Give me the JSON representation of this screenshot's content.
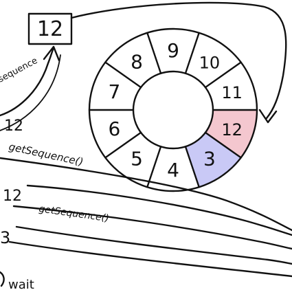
{
  "ring": {
    "slots": [
      {
        "label": "9",
        "fill": null
      },
      {
        "label": "10",
        "fill": null
      },
      {
        "label": "11",
        "fill": null
      },
      {
        "label": "12",
        "fill": "#f4c7cf"
      },
      {
        "label": "3",
        "fill": "#c9c9f6"
      },
      {
        "label": "4",
        "fill": null
      },
      {
        "label": "5",
        "fill": null
      },
      {
        "label": "6",
        "fill": null
      },
      {
        "label": "7",
        "fill": null
      },
      {
        "label": "8",
        "fill": null
      }
    ]
  },
  "box": {
    "label": "12",
    "fill": "#f4c7cf"
  },
  "labels": {
    "sequence": "sequence",
    "n12_a": "12",
    "get_a": "getSequence()",
    "n12_b": "12",
    "get_b": "getSequence()",
    "n3": "3",
    "wait": "wait"
  },
  "colors": {
    "ink": "#111111",
    "pink": "#f4c7cf",
    "blue": "#c9c9f6"
  }
}
